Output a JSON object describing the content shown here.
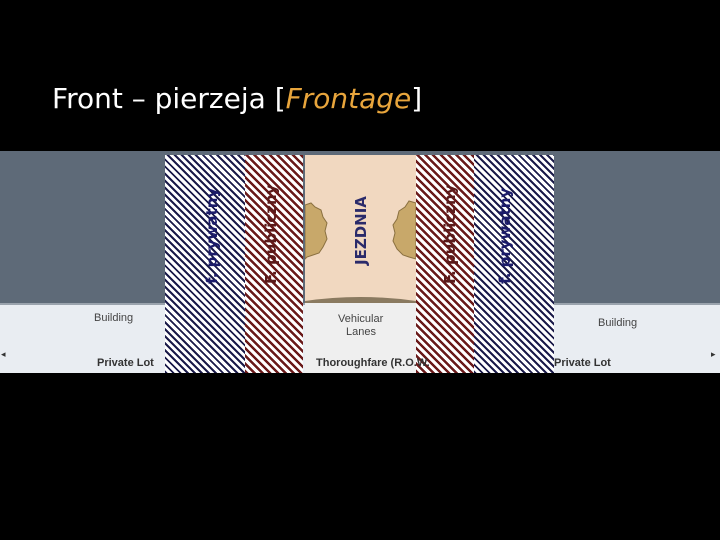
{
  "title": {
    "main": "Front – pierzeja",
    "bracket_open": "[",
    "highlight": "Frontage",
    "bracket_close": "]"
  },
  "diagram": {
    "left_building": "Building",
    "left_lot": "Private Lot",
    "right_building": "Building",
    "right_lot": "Private Lot",
    "road_top": "Vehicular",
    "road_bottom": "Lanes",
    "thoroughfare": "Thoroughfare (R.O.W.",
    "left_private": "f. prywatny",
    "left_public": "F. publiczny",
    "road_label": "JEZDNIA",
    "right_public": "F. publiczny",
    "right_private": "f. prywatny"
  },
  "colors": {
    "accent": "#e8a53c",
    "private_stripe": "#1b1b4a",
    "public_stripe": "#6a1a1a",
    "road": "#f1d8c0",
    "sky": "#5e6a78"
  }
}
